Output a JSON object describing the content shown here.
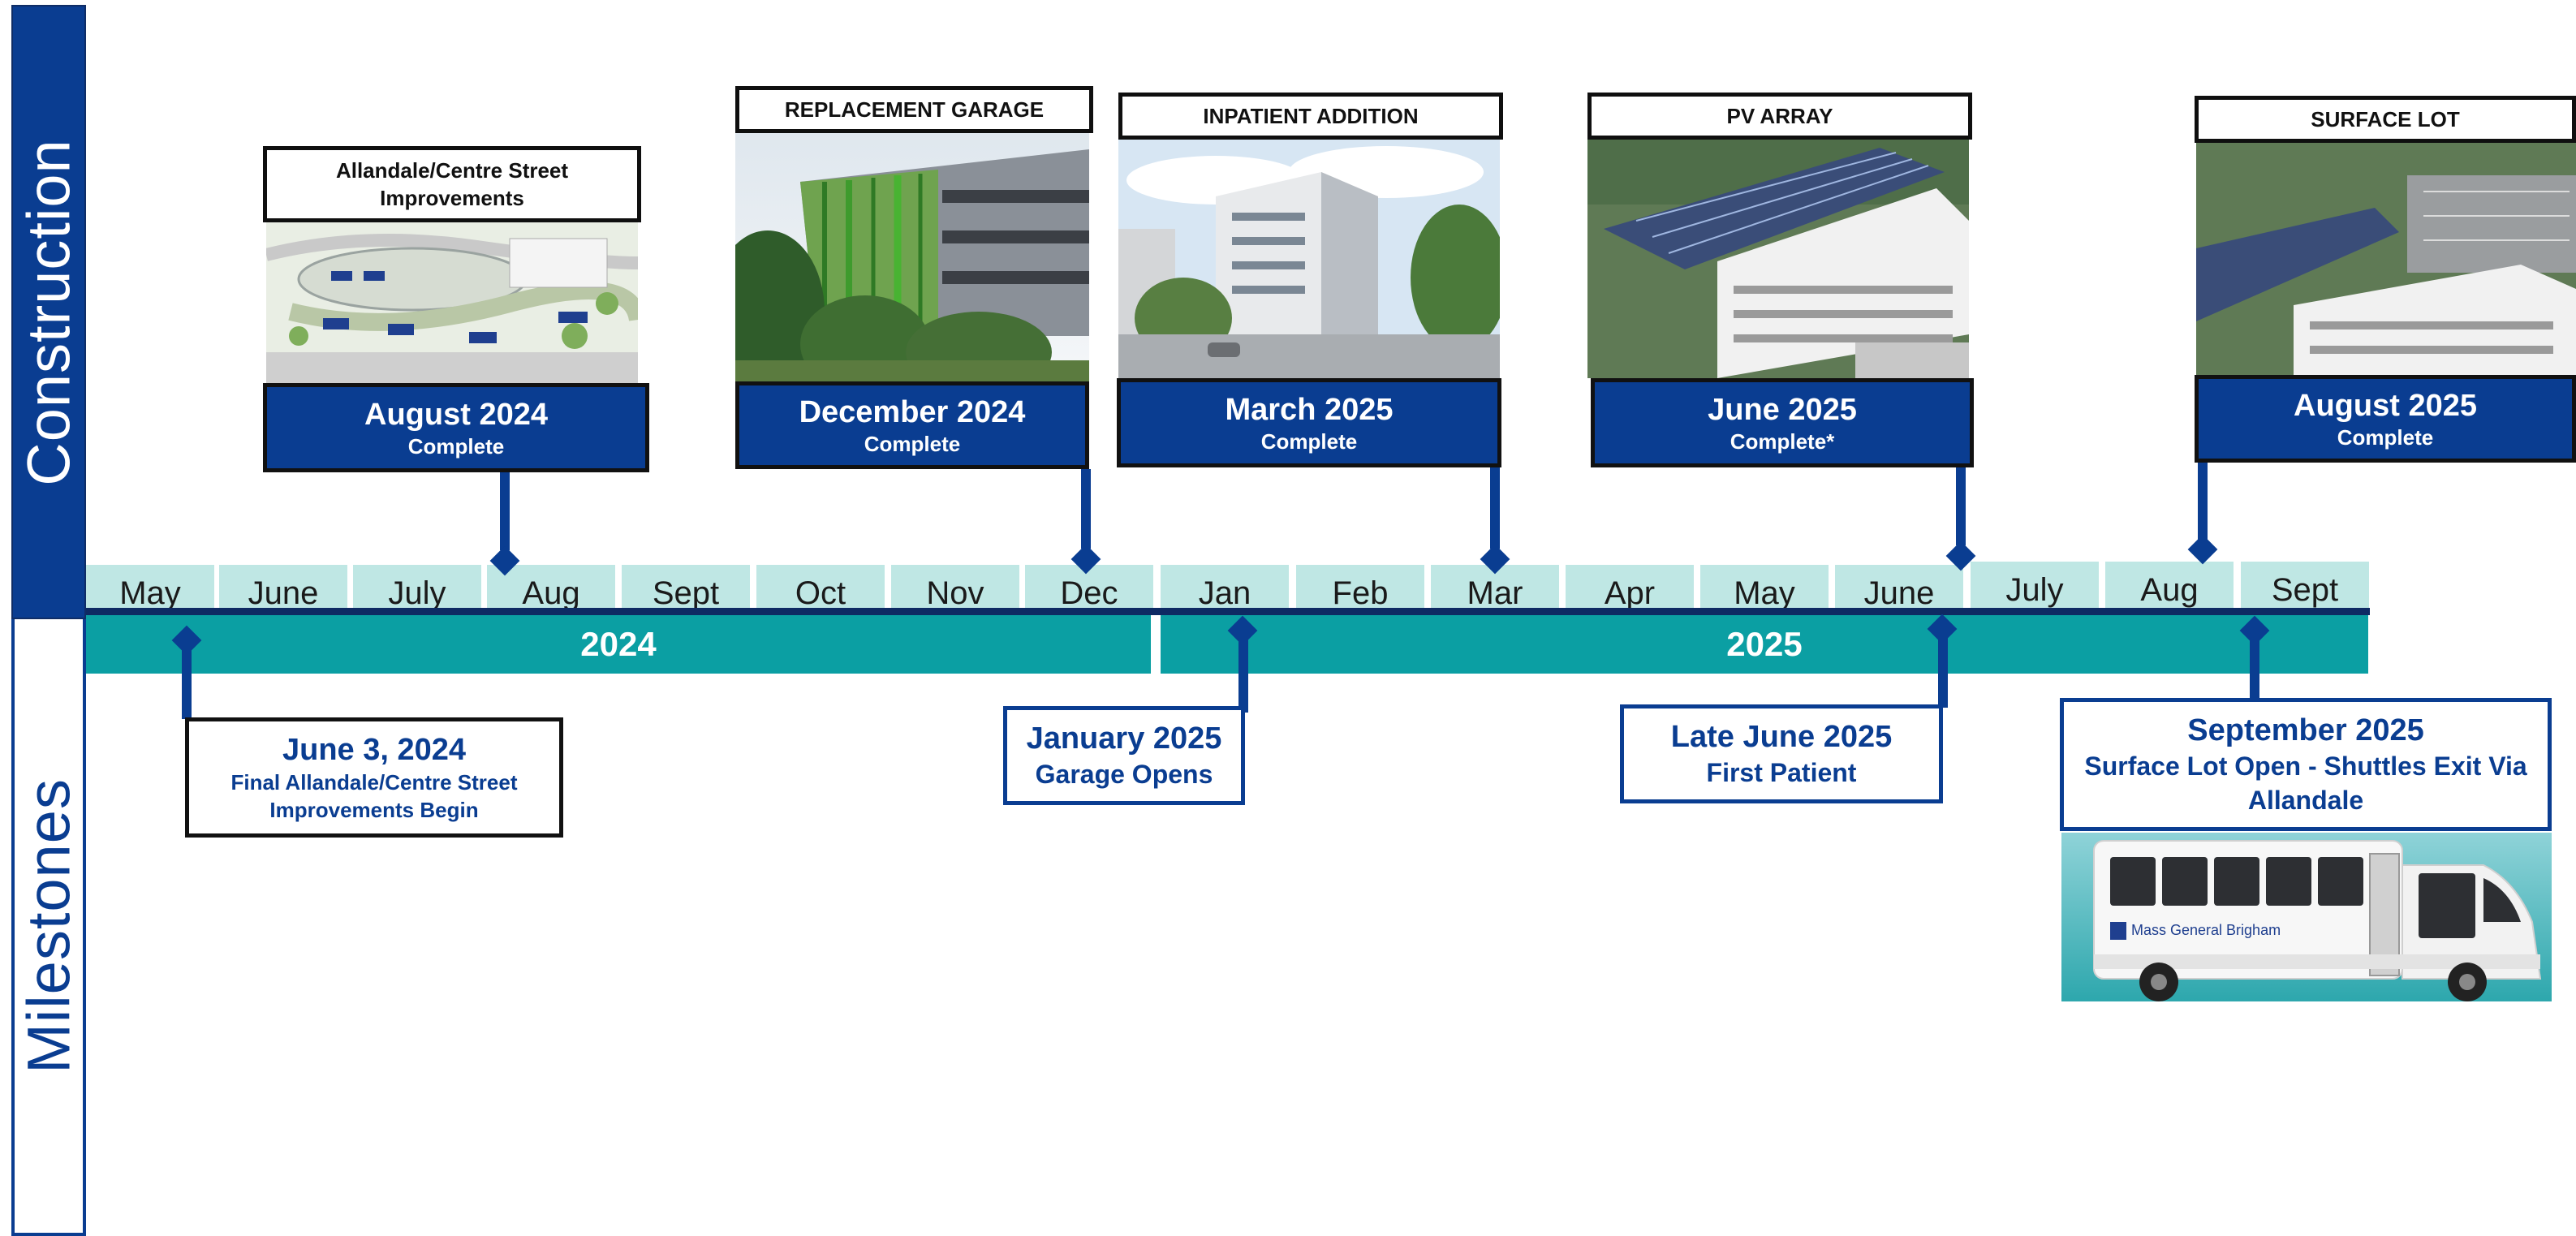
{
  "sections": {
    "construction": "Construction",
    "milestones": "Milestones"
  },
  "months": [
    "May",
    "June",
    "July",
    "Aug",
    "Sept",
    "Oct",
    "Nov",
    "Dec",
    "Jan",
    "Feb",
    "Mar",
    "Apr",
    "May",
    "June",
    "July",
    "Aug",
    "Sept"
  ],
  "years": [
    "2024",
    "2025"
  ],
  "cards": [
    {
      "title": "Allandale/Centre Street Improvements",
      "date": "August 2024",
      "status": "Complete"
    },
    {
      "title": "REPLACEMENT GARAGE",
      "date": "December 2024",
      "status": "Complete"
    },
    {
      "title": "INPATIENT ADDITION",
      "date": "March 2025",
      "status": "Complete"
    },
    {
      "title": "PV ARRAY",
      "date": "June 2025",
      "status": "Complete*"
    },
    {
      "title": "SURFACE LOT",
      "date": "August 2025",
      "status": "Complete"
    }
  ],
  "milestones": [
    {
      "date": "June 3, 2024",
      "desc": "Final Allandale/Centre Street Improvements Begin"
    },
    {
      "date": "January 2025",
      "desc": "Garage Opens"
    },
    {
      "date": "Late June 2025",
      "desc": "First Patient"
    },
    {
      "date": "September 2025",
      "desc": "Surface Lot Open - Shuttles Exit Via Allandale"
    }
  ],
  "bus_logo": "Mass General Brigham"
}
